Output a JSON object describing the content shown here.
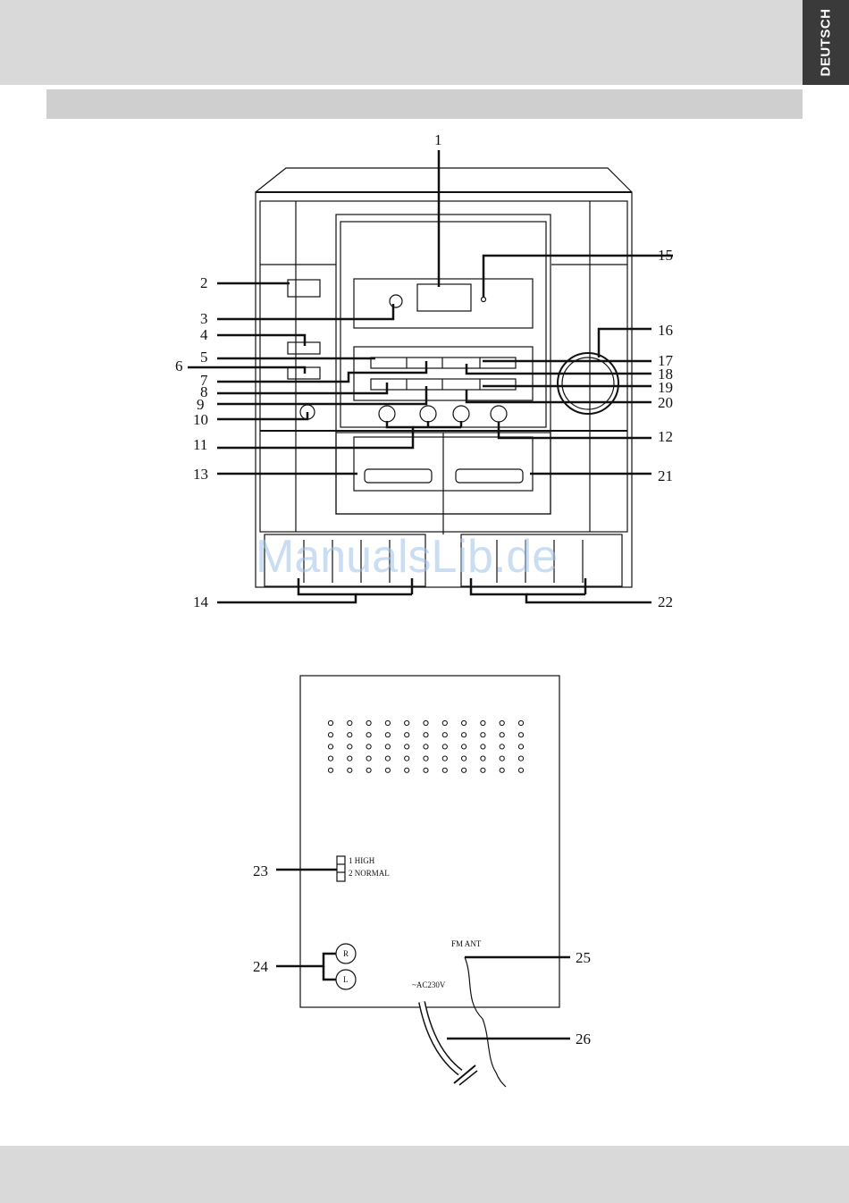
{
  "header": {
    "language_tab": "DEUTSCH"
  },
  "watermark": "ManualsLib.de",
  "front_view": {
    "callouts": [
      "1",
      "2",
      "3",
      "4",
      "5",
      "6",
      "7",
      "8",
      "9",
      "10",
      "11",
      "12",
      "13",
      "14",
      "15",
      "16",
      "17",
      "18",
      "19",
      "20",
      "21",
      "22"
    ]
  },
  "rear_view": {
    "callouts": [
      "23",
      "24",
      "25",
      "26"
    ],
    "switch_labels": [
      "1 HIGH",
      "2 NORMAL"
    ],
    "jack_labels": [
      "R",
      "L"
    ],
    "antenna_label": "FM ANT",
    "power_label": "~AC230V"
  },
  "colors": {
    "band": "#d9d9d9",
    "tab": "#3a3a3a",
    "header_bar": "#cfcfcf",
    "watermark": "#9fc3ea"
  }
}
